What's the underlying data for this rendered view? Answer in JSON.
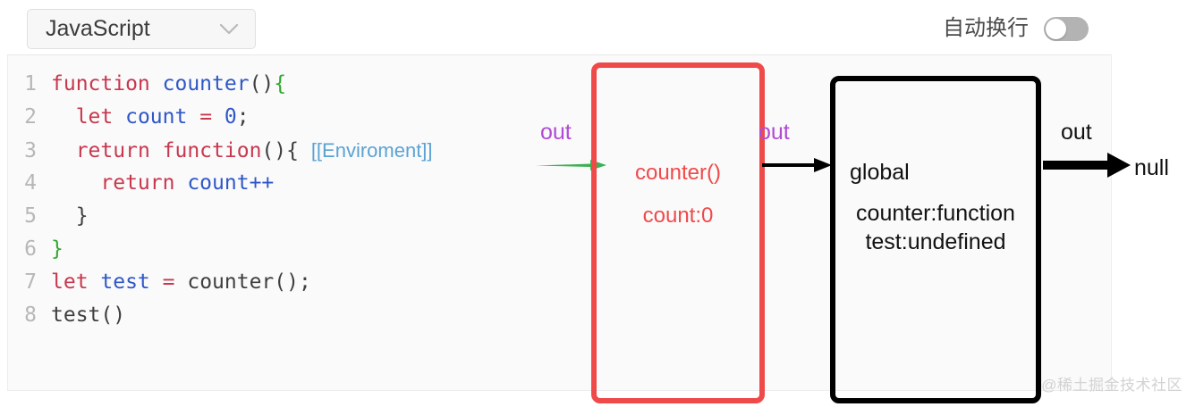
{
  "editor": {
    "language_select": {
      "value": "JavaScript",
      "icon": "chevron-down-icon"
    },
    "wrap_toggle": {
      "label": "自动换行",
      "state": "off"
    },
    "code_lines": [
      {
        "number": "1",
        "tokens": [
          {
            "text": "function ",
            "type": "keyword"
          },
          {
            "text": "counter",
            "type": "identifier"
          },
          {
            "text": "()",
            "type": "punctuation"
          },
          {
            "text": "{",
            "type": "brace"
          }
        ]
      },
      {
        "number": "2",
        "tokens": [
          {
            "text": "  ",
            "type": "punctuation"
          },
          {
            "text": "let ",
            "type": "keyword"
          },
          {
            "text": "count ",
            "type": "identifier"
          },
          {
            "text": "= ",
            "type": "keyword"
          },
          {
            "text": "0",
            "type": "number"
          },
          {
            "text": ";",
            "type": "punctuation"
          }
        ]
      },
      {
        "number": "3",
        "tokens": [
          {
            "text": "  ",
            "type": "punctuation"
          },
          {
            "text": "return function",
            "type": "keyword"
          },
          {
            "text": "(){ ",
            "type": "punctuation"
          },
          {
            "text": "[[Enviroment]]",
            "type": "annotation"
          }
        ]
      },
      {
        "number": "4",
        "tokens": [
          {
            "text": "    ",
            "type": "punctuation"
          },
          {
            "text": "return ",
            "type": "keyword"
          },
          {
            "text": "count++",
            "type": "identifier"
          }
        ]
      },
      {
        "number": "5",
        "tokens": [
          {
            "text": "  }",
            "type": "punctuation"
          }
        ]
      },
      {
        "number": "6",
        "tokens": [
          {
            "text": "}",
            "type": "brace"
          }
        ]
      },
      {
        "number": "7",
        "tokens": [
          {
            "text": "let ",
            "type": "keyword"
          },
          {
            "text": "test ",
            "type": "identifier"
          },
          {
            "text": "= ",
            "type": "keyword"
          },
          {
            "text": "counter();",
            "type": "punctuation"
          }
        ]
      },
      {
        "number": "8",
        "tokens": [
          {
            "text": "test()",
            "type": "punctuation"
          }
        ]
      }
    ]
  },
  "diagram": {
    "scope_box_counter": {
      "title": "counter()",
      "variable": "count:0",
      "border_color": "#ef4a4a"
    },
    "scope_box_global": {
      "title": "global",
      "rows": [
        "counter:function",
        "test:undefined"
      ],
      "border_color": "#000000"
    },
    "labels": {
      "out_left": "out",
      "out_middle": "out",
      "out_right": "out",
      "terminal": "null"
    },
    "arrows": {
      "green_color": "#3cb054",
      "black_color": "#000000"
    }
  },
  "watermark": {
    "text": "@稀土掘金技术社区"
  }
}
